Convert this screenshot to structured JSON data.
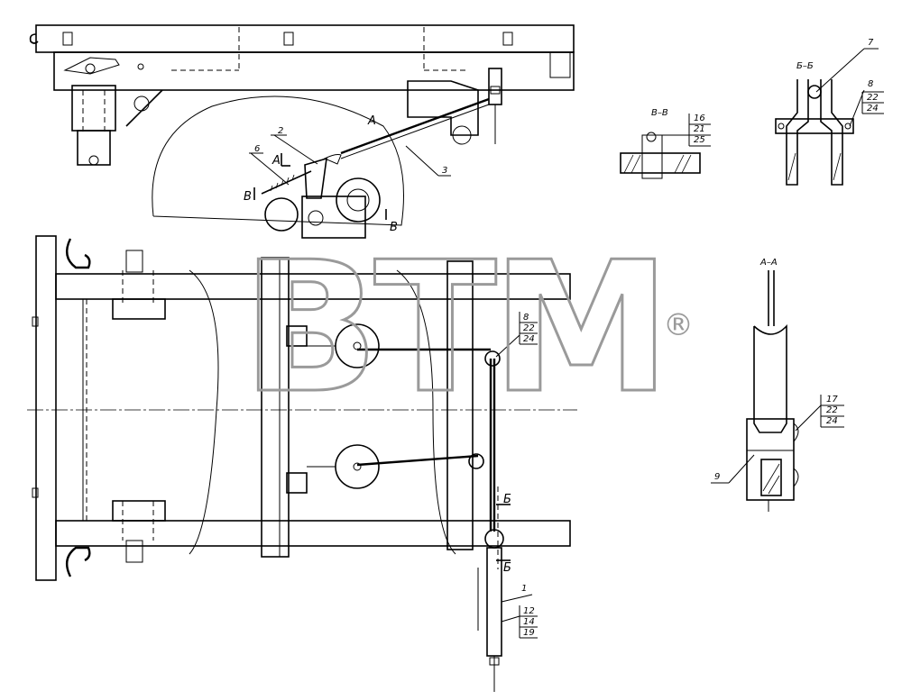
{
  "watermark": {
    "brand": "BTM",
    "registered": "®"
  },
  "sections": {
    "vv": "В–В",
    "bb": "Б–Б",
    "aa": "А–А"
  },
  "view_marks": {
    "a": "А",
    "b": "Б",
    "v": "В"
  },
  "leaders": {
    "n1": "1",
    "n2": "2",
    "n3": "3",
    "n6": "6",
    "n7": "7",
    "n8": "8",
    "n9": "9",
    "box_vv": [
      "16",
      "21",
      "25"
    ],
    "box_bb": [
      "22",
      "24"
    ],
    "box_aa": [
      "17",
      "22",
      "24"
    ],
    "box_mid": [
      "8",
      "22",
      "24"
    ],
    "box_low": [
      "12",
      "14",
      "19"
    ]
  }
}
